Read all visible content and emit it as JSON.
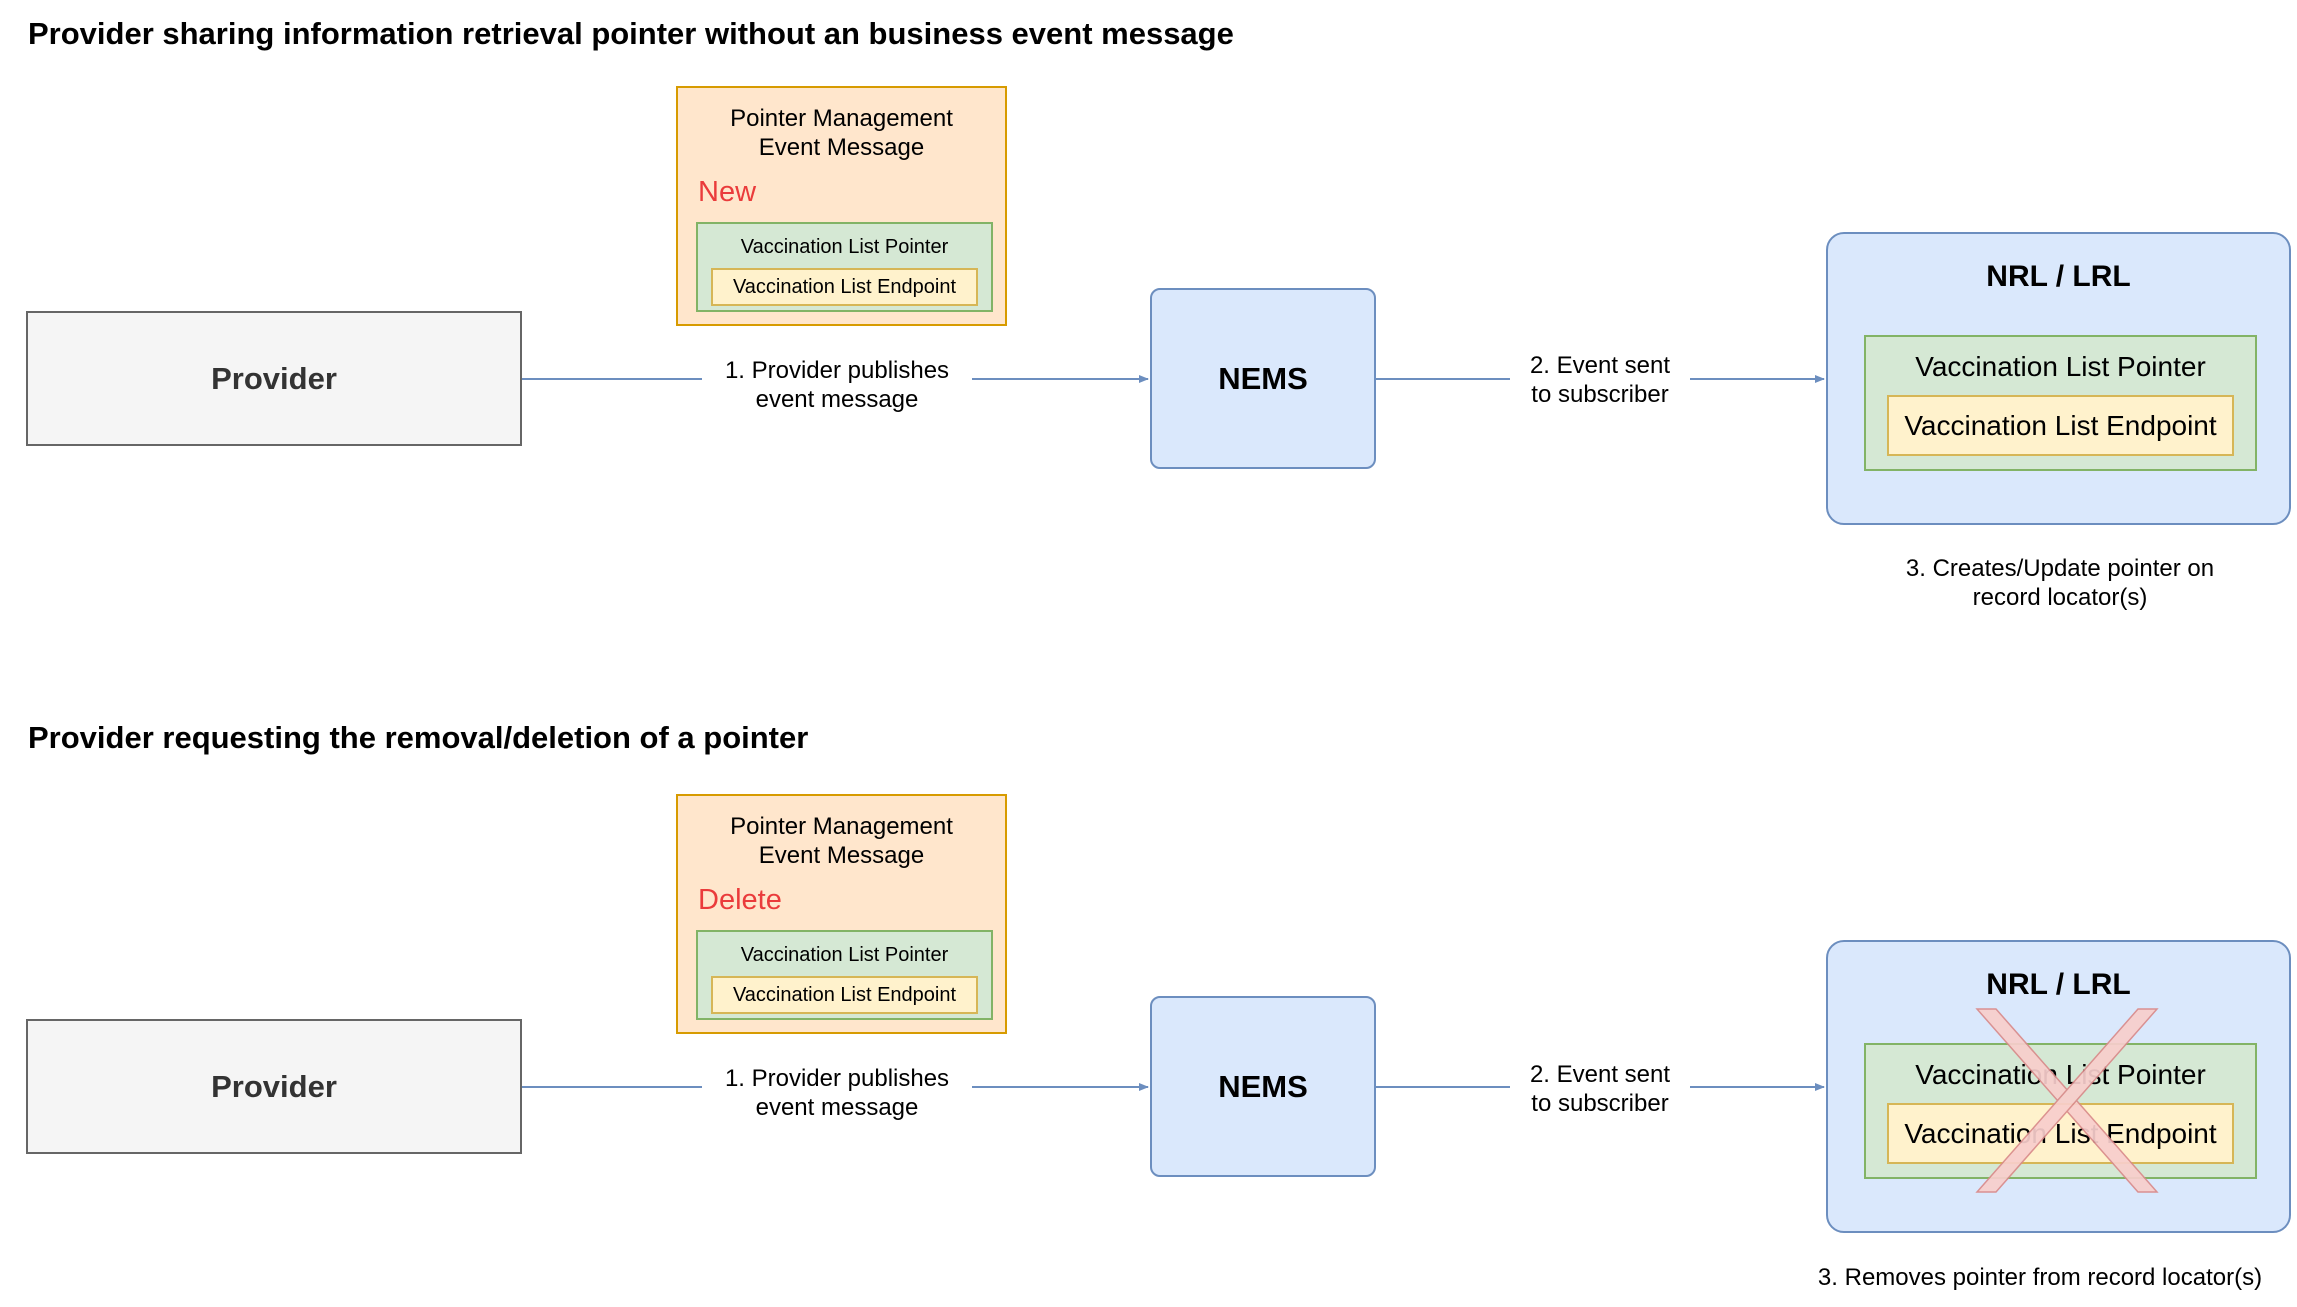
{
  "sections": [
    {
      "title": "Provider sharing information retrieval pointer without an business event message",
      "provider_label": "Provider",
      "message": {
        "title_line1": "Pointer Management",
        "title_line2": "Event Message",
        "action": "New",
        "pointer_label": "Vaccination List Pointer",
        "endpoint_label": "Vaccination List Endpoint"
      },
      "step1_line1": "1. Provider publishes",
      "step1_line2": "event message",
      "nems_label": "NEMS",
      "step2_line1": "2. Event sent",
      "step2_line2": "to subscriber",
      "locator": {
        "title": "NRL / LRL",
        "pointer_label": "Vaccination List Pointer",
        "endpoint_label": "Vaccination List Endpoint"
      },
      "step3_line1": "3. Creates/Update pointer on",
      "step3_line2": "record locator(s)"
    },
    {
      "title": "Provider requesting the removal/deletion of a pointer",
      "provider_label": "Provider",
      "message": {
        "title_line1": "Pointer Management",
        "title_line2": "Event Message",
        "action": "Delete",
        "pointer_label": "Vaccination List Pointer",
        "endpoint_label": "Vaccination List Endpoint"
      },
      "step1_line1": "1. Provider publishes",
      "step1_line2": "event message",
      "nems_label": "NEMS",
      "step2_line1": "2. Event sent",
      "step2_line2": "to subscriber",
      "locator": {
        "title": "NRL / LRL",
        "pointer_label": "Vaccination List Pointer",
        "endpoint_label": "Vaccination List Endpoint"
      },
      "step3_line1": "3. Removes pointer from record locator(s)"
    }
  ],
  "colors": {
    "provider_fill": "#f5f5f5",
    "nems_fill": "#dae8fc",
    "message_fill": "#ffe6cc",
    "pointer_fill": "#d5e8d4",
    "endpoint_fill": "#fff2cc",
    "action_text": "#ea3b3b",
    "arrow": "#6c8ebf",
    "delete_cross": "#f8cecc"
  },
  "icons": {
    "delete_overlay": "cross-icon"
  }
}
